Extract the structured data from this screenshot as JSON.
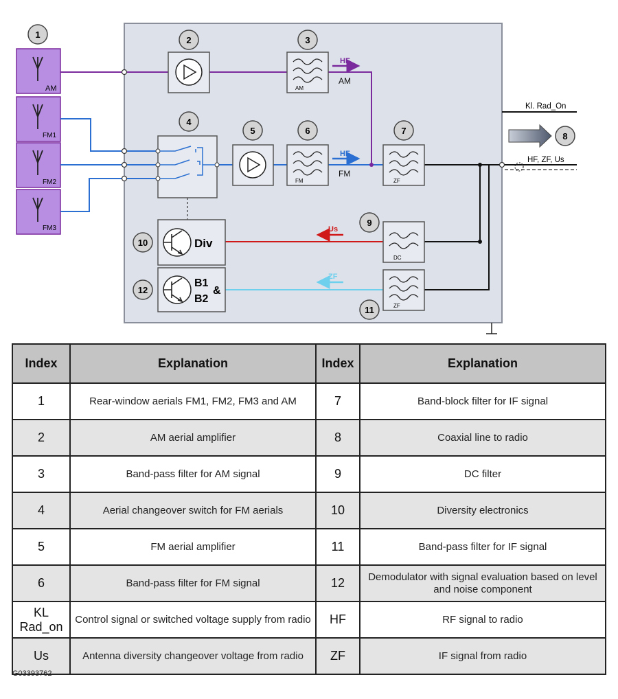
{
  "diagram": {
    "callouts": [
      "1",
      "2",
      "3",
      "4",
      "5",
      "6",
      "7",
      "8",
      "9",
      "10",
      "11",
      "12"
    ],
    "aerial_labels": [
      "AM",
      "FM1",
      "FM2",
      "FM3"
    ],
    "filter_sublabels": {
      "am": "AM",
      "fm": "FM",
      "zf": "ZF",
      "dc": "DC",
      "zf2": "ZF"
    },
    "signal_labels": {
      "hf_am": "HF",
      "am": "AM",
      "hf_fm": "HF",
      "fm": "FM",
      "us": "Us",
      "zf": "ZF"
    },
    "output_labels": {
      "kl_rad_on": "Kl. Rad_On",
      "hf_zf_us": "HF, ZF, Us"
    },
    "block_labels": {
      "div": "Div",
      "b1": "B1",
      "b2": "B2",
      "amp": "&"
    },
    "colors": {
      "am_line": "#7b2a9e",
      "fm_line": "#2a6fd1",
      "us_line": "#d01818",
      "zf_line": "#6fd0ee",
      "aerial_fill": "#b78ee2",
      "panel_fill": "#dde1ea"
    }
  },
  "table": {
    "headers": [
      "Index",
      "Explanation",
      "Index",
      "Explanation"
    ],
    "rows": [
      {
        "i1": "1",
        "e1": "Rear-window aerials FM1, FM2, FM3 and AM",
        "i2": "7",
        "e2": "Band-block filter for IF signal"
      },
      {
        "i1": "2",
        "e1": "AM aerial amplifier",
        "i2": "8",
        "e2": "Coaxial line to radio"
      },
      {
        "i1": "3",
        "e1": "Band-pass filter for AM signal",
        "i2": "9",
        "e2": "DC filter"
      },
      {
        "i1": "4",
        "e1": "Aerial changeover switch for FM aerials",
        "i2": "10",
        "e2": "Diversity electronics"
      },
      {
        "i1": "5",
        "e1": "FM aerial amplifier",
        "i2": "11",
        "e2": "Band-pass filter for IF signal"
      },
      {
        "i1": "6",
        "e1": "Band-pass filter for FM signal",
        "i2": "12",
        "e2": "Demodulator with signal evaluation based on level and noise component"
      },
      {
        "i1": "KL Rad_on",
        "e1": "Control signal or switched voltage supply from radio",
        "i2": "HF",
        "e2": "RF signal to radio"
      },
      {
        "i1": "Us",
        "e1": "Antenna diversity changeover voltage from radio",
        "i2": "ZF",
        "e2": "IF signal from radio"
      }
    ]
  },
  "figure_code": "G03393762"
}
